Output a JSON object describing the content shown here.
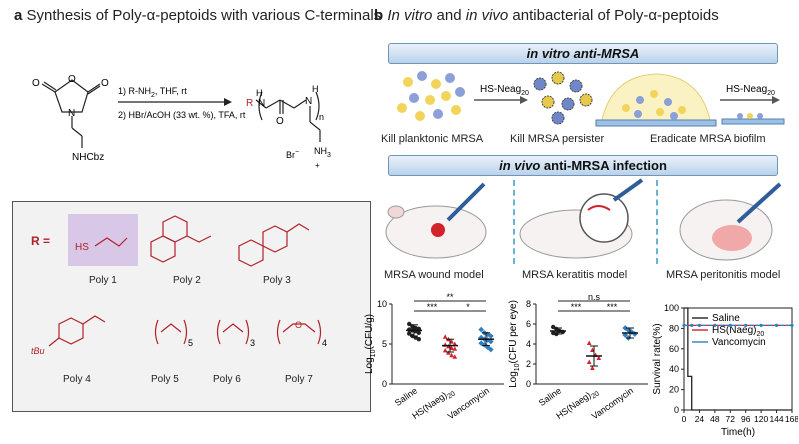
{
  "panel_a": {
    "letter": "a",
    "title": "Synthesis of Poly-α-peptoids with various C-terminals",
    "reactant_sub": "NHCbz",
    "step1": "1) R-NH",
    "step1_sub": "2",
    "step1_rest": ", THF, rt",
    "step2": "2) HBr/AcOH (33 wt. %), TFA, rt",
    "product_R": "R",
    "product_H": "H",
    "product_N": "N",
    "product_n": "n",
    "counter_ion": "Br",
    "ammonium": "NH",
    "r_label": "R =",
    "hs_label": "HS",
    "tbu_label": "tBu",
    "polys": [
      "Poly 1",
      "Poly 2",
      "Poly 3",
      "Poly 4",
      "Poly 5",
      "Poly 6",
      "Poly 7"
    ],
    "subscripts": [
      "5",
      "3",
      "4"
    ]
  },
  "panel_b": {
    "letter": "b",
    "title_italic1": "In vitro",
    "title_and": " and ",
    "title_italic2": "in vivo",
    "title_rest": " antibacterial of Poly-α-peptoids",
    "banner1": "in vitro anti-MRSA",
    "banner2_italic": "in vivo",
    "banner2_rest": " anti-MRSA infection",
    "arrow_label": "HS-Neag",
    "arrow_sub": "20",
    "captions_vitro": [
      "Kill planktonic MRSA",
      "Kill MRSA persister",
      "Eradicate MRSA biofilm"
    ],
    "captions_vivo": [
      "MRSA wound model",
      "MRSA keratitis model",
      "MRSA peritonitis model"
    ]
  },
  "colors": {
    "saline": "#222222",
    "hs": "#d2232a",
    "vanco": "#2f7fc2",
    "banner": "#b9d2ea",
    "accent": "#b3202a"
  },
  "chart_data": [
    {
      "type": "scatter",
      "title": "",
      "ylabel": "Log10(CFU/g)",
      "ylim": [
        0,
        10
      ],
      "yticks": [
        "0",
        "5",
        "10"
      ],
      "categories": [
        "Saline",
        "HS(Naeg)20",
        "Vancomycin"
      ],
      "means": [
        6.7,
        4.8,
        5.6
      ],
      "sd": [
        0.7,
        0.8,
        0.8
      ],
      "points": [
        [
          7.5,
          7.2,
          7.0,
          6.9,
          6.8,
          6.7,
          6.6,
          6.4,
          6.3,
          6.0,
          5.8,
          5.6
        ],
        [
          5.9,
          5.6,
          5.3,
          5.0,
          4.9,
          4.7,
          4.5,
          4.4,
          4.2,
          3.9,
          3.6,
          3.4
        ],
        [
          6.8,
          6.4,
          6.2,
          6.0,
          5.8,
          5.6,
          5.5,
          5.3,
          5.1,
          4.9,
          4.6,
          4.3
        ]
      ],
      "significance": [
        {
          "label": "**",
          "pair": [
            0,
            2
          ]
        },
        {
          "label": "***",
          "pair": [
            0,
            1
          ]
        },
        {
          "label": "*",
          "pair": [
            1,
            2
          ]
        }
      ]
    },
    {
      "type": "scatter",
      "title": "",
      "ylabel": "Log10(CFU per eye)",
      "ylim": [
        0,
        8
      ],
      "yticks": [
        "0",
        "2",
        "4",
        "6",
        "8"
      ],
      "categories": [
        "Saline",
        "HS(Naeg)20",
        "Vancomycin"
      ],
      "means": [
        5.3,
        2.8,
        5.1
      ],
      "sd": [
        0.3,
        1.0,
        0.5
      ],
      "points": [
        [
          5.7,
          5.5,
          5.3,
          5.2,
          5.1,
          5.0
        ],
        [
          4.1,
          3.4,
          2.9,
          2.6,
          2.2,
          1.6
        ],
        [
          5.6,
          5.4,
          5.2,
          5.0,
          4.9,
          4.6
        ]
      ],
      "significance": [
        {
          "label": "n.s",
          "pair": [
            0,
            2
          ]
        },
        {
          "label": "***",
          "pair": [
            0,
            1
          ]
        },
        {
          "label": "***",
          "pair": [
            1,
            2
          ]
        }
      ]
    },
    {
      "type": "line",
      "title": "",
      "ylabel": "Survival rate(%)",
      "xlabel": "Time(h)",
      "x": [
        0,
        12,
        24,
        48,
        72,
        96,
        120,
        144,
        168
      ],
      "xticks": [
        "0",
        "24",
        "48",
        "72",
        "96",
        "120",
        "144",
        "168"
      ],
      "yticks": [
        "0",
        "20",
        "40",
        "60",
        "80",
        "100"
      ],
      "ylim": [
        0,
        100
      ],
      "series": [
        {
          "name": "Saline",
          "x": [
            0,
            6,
            6,
            12,
            12,
            168
          ],
          "y": [
            100,
            100,
            33,
            33,
            0,
            0
          ]
        },
        {
          "name": "HS(Naeg)20",
          "x": [
            0,
            12,
            24,
            48,
            72,
            96,
            120,
            144,
            168
          ],
          "y": [
            83,
            83,
            83,
            83,
            83,
            83,
            83,
            83,
            83
          ]
        },
        {
          "name": "Vancomycin",
          "x": [
            0,
            12,
            24,
            48,
            72,
            96,
            120,
            144,
            168
          ],
          "y": [
            83,
            83,
            83,
            83,
            83,
            83,
            83,
            83,
            83
          ]
        }
      ]
    }
  ]
}
